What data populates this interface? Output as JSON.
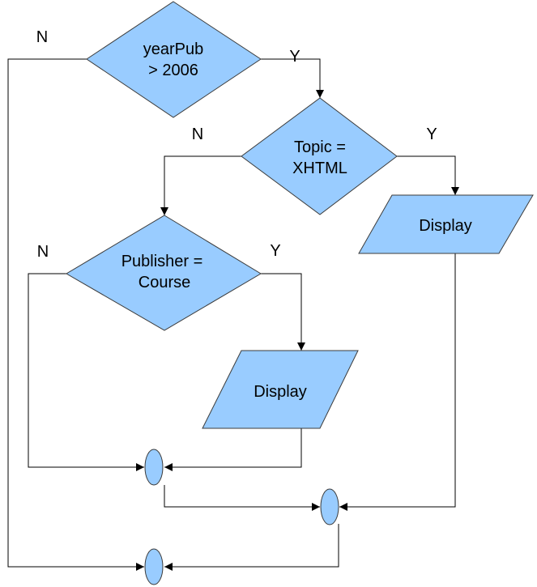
{
  "colors": {
    "shape_fill": "#99ccff",
    "shape_stroke": "#3b3b3b",
    "line": "#000000"
  },
  "decision_1": {
    "line1": "yearPub",
    "line2": "> 2006",
    "yes_label": "Y",
    "no_label": "N"
  },
  "decision_2": {
    "line1": "Topic =",
    "line2": "XHTML",
    "yes_label": "Y",
    "no_label": "N"
  },
  "decision_3": {
    "line1": "Publisher =",
    "line2": "Course",
    "yes_label": "Y",
    "no_label": "N"
  },
  "output_1": {
    "label": "Display"
  },
  "output_2": {
    "label": "Display"
  }
}
